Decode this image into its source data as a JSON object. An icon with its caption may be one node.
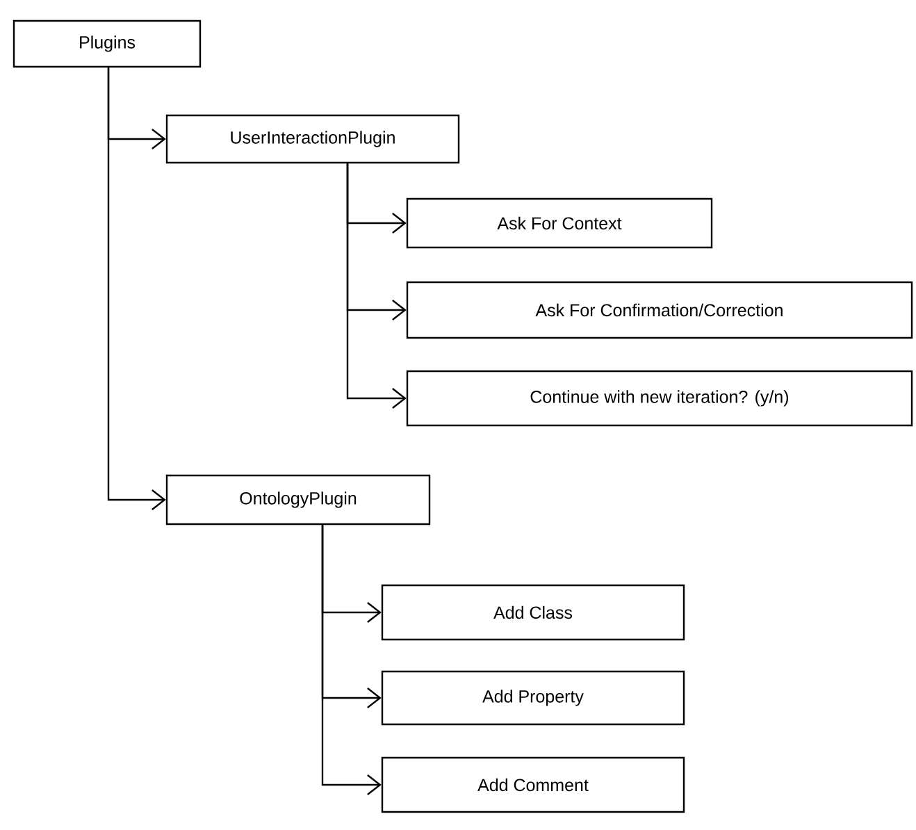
{
  "diagram": {
    "nodes": [
      {
        "text": [
          "Plugins"
        ]
      },
      {
        "text": [
          "UserInteractionPlugin"
        ]
      },
      {
        "text": [
          "Ask For Context"
        ]
      },
      {
        "text": [
          "Ask For Confirmation/Correction"
        ]
      },
      {
        "text": [
          "Continue with new iteration? (y/n)"
        ]
      },
      {
        "text": [
          "OntologyPlugin"
        ]
      },
      {
        "text": [
          "Add Class"
        ]
      },
      {
        "text": [
          "Add Property"
        ]
      },
      {
        "text": [
          "Add Comment"
        ]
      }
    ],
    "edges": [
      {
        "from": 0,
        "to": 1,
        "arrow": "to"
      },
      {
        "from": 1,
        "to": 2,
        "arrow": "to"
      },
      {
        "from": 1,
        "to": 3,
        "arrow": "to"
      },
      {
        "from": 1,
        "to": 4,
        "arrow": "to"
      },
      {
        "from": 0,
        "to": 5,
        "arrow": "to"
      },
      {
        "from": 5,
        "to": 6,
        "arrow": "to"
      },
      {
        "from": 5,
        "to": 7,
        "arrow": "to"
      },
      {
        "from": 5,
        "to": 8,
        "arrow": "to"
      }
    ]
  }
}
